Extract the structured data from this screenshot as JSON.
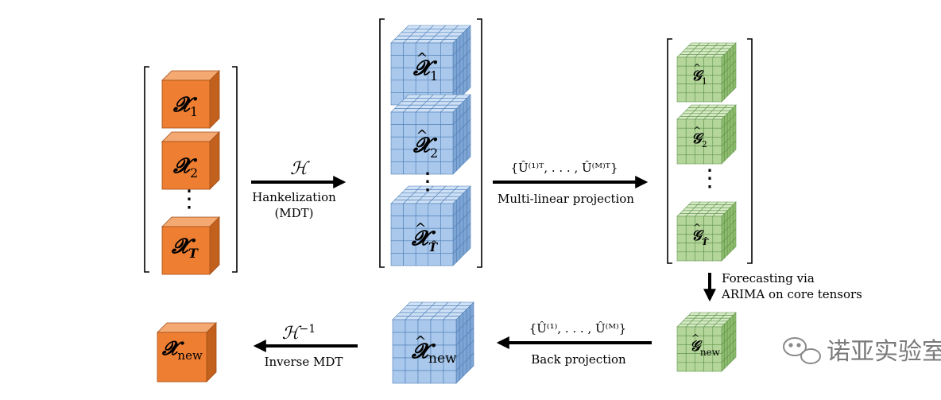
{
  "input_column": {
    "items": [
      "𝓧",
      "𝓧",
      "𝓧"
    ],
    "subscripts": [
      "1",
      "2",
      "T"
    ],
    "ellipsis": "⋮"
  },
  "step_hankel": {
    "symbol": "ℋ",
    "label_line1": "Hankelization",
    "label_line2": "(MDT)"
  },
  "hankel_column": {
    "item": "𝓧",
    "hat": "^",
    "subscripts": [
      "1",
      "2",
      "T̂"
    ],
    "ellipsis": "⋮"
  },
  "step_projection": {
    "formula": "{Û⁽¹⁾ᵀ, . . . , Û⁽ᴹ⁾ᵀ}",
    "label": "Multi-linear projection"
  },
  "core_column": {
    "item": "𝒢",
    "hat": "^",
    "subscripts": [
      "1",
      "2",
      "T̂"
    ],
    "ellipsis": "⋮"
  },
  "step_forecast": {
    "label_line1": "Forecasting via",
    "label_line2": "ARIMA on core tensors"
  },
  "forecast_core": {
    "item": "𝒢",
    "hat": "^",
    "subscript": "new"
  },
  "step_back_projection": {
    "formula": "{Û⁽¹⁾, . . . , Û⁽ᴹ⁾}",
    "label": "Back projection"
  },
  "forecast_hankel": {
    "item": "𝓧",
    "hat": "^",
    "subscript": "new"
  },
  "step_inverse": {
    "symbol": "ℋ",
    "superscript": "−1",
    "label": "Inverse MDT"
  },
  "output": {
    "item": "𝓧",
    "subscript": "new"
  },
  "watermark": {
    "text": "诺亚实验室"
  },
  "colors": {
    "orange_front": "#ee7e32",
    "orange_top": "#f4a872",
    "orange_side": "#c2601e",
    "blue_front": "#a9c8ec",
    "blue_top": "#cfe1f6",
    "blue_side": "#7ea5d4",
    "blue_edge": "#4f7fb6",
    "green_front": "#b5d69b",
    "green_top": "#d6ebc5",
    "green_side": "#8fbc6e",
    "green_edge": "#5f944a"
  }
}
